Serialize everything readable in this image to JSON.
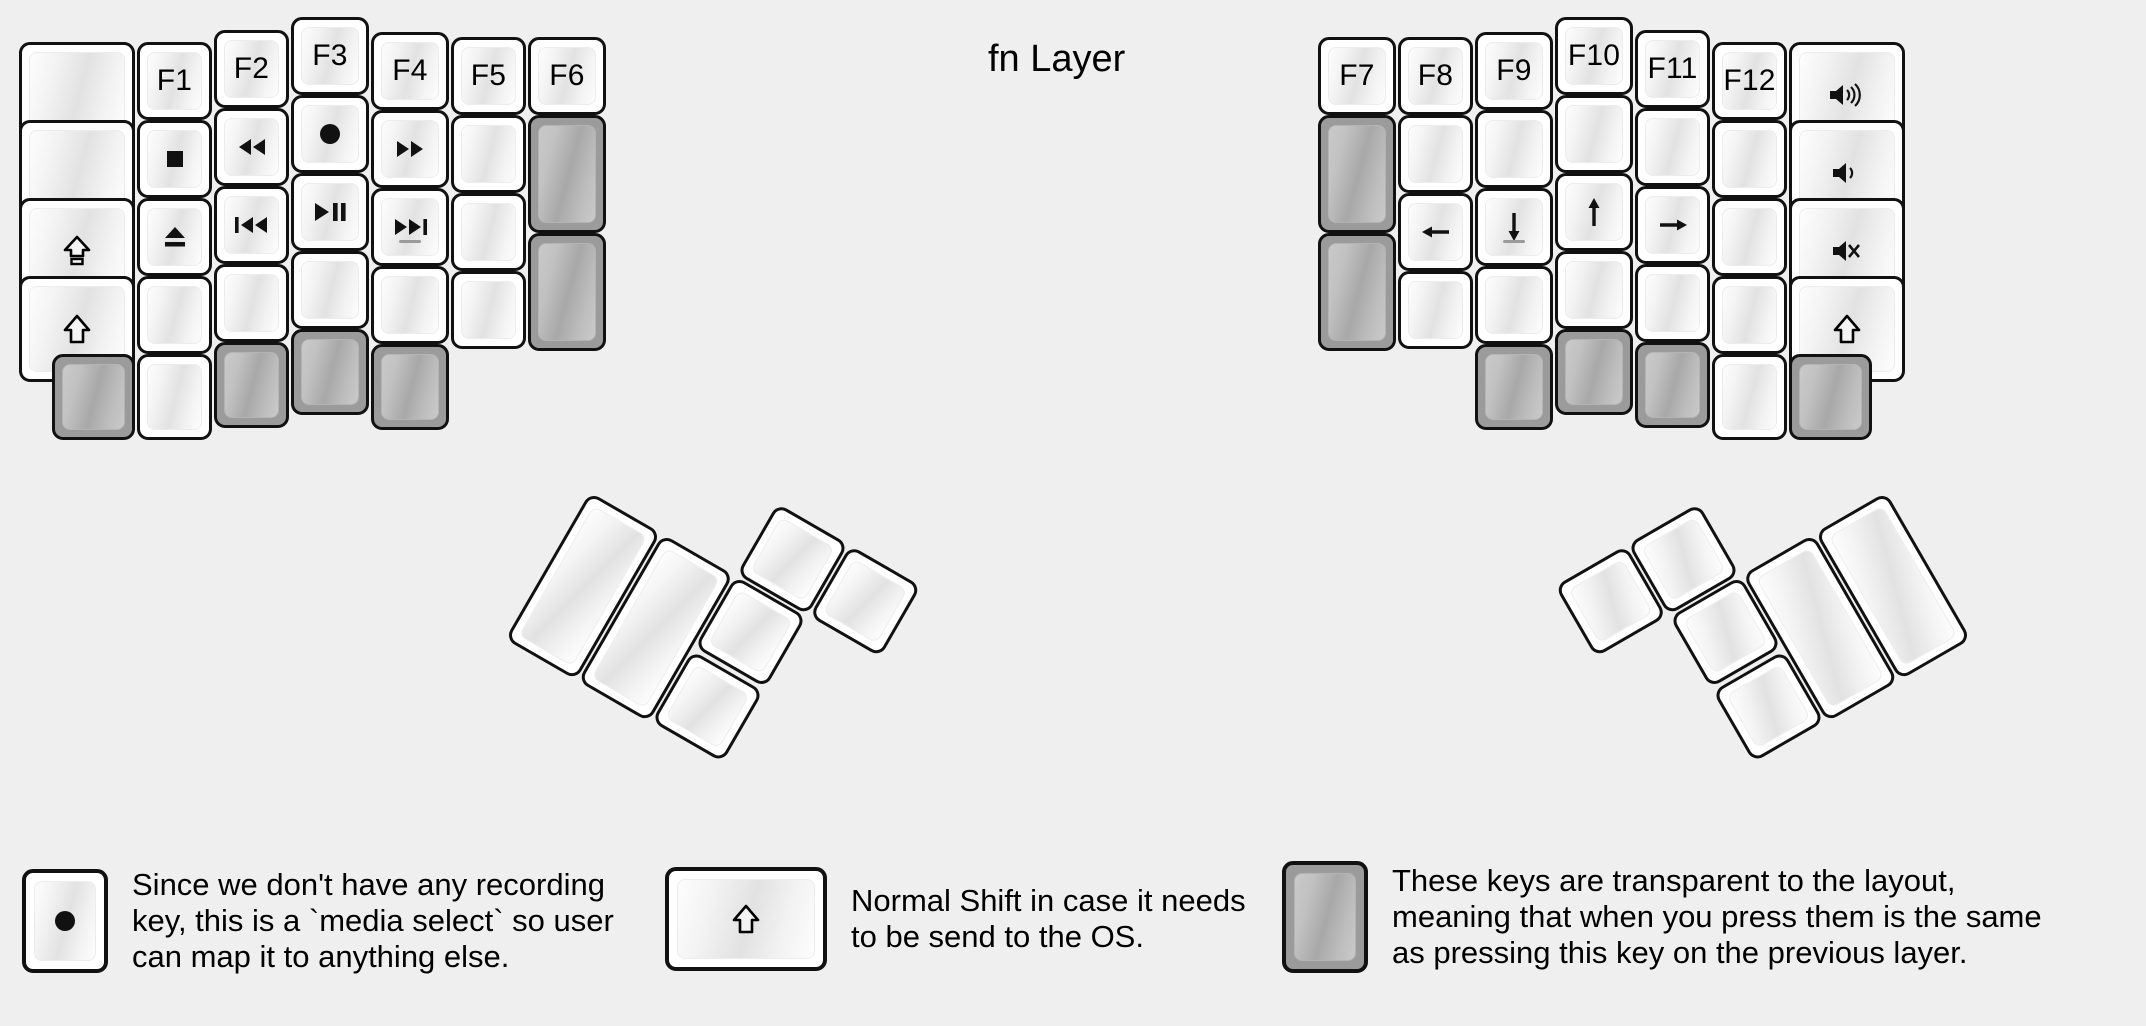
{
  "title": "fn Layer",
  "colors": {
    "background": "#efefef",
    "keycap_white": "#ffffff",
    "keycap_transparent": "#9b9b9b",
    "outline": "#111111",
    "text": "#000000"
  },
  "legend": [
    {
      "swatch_icon": "record-circle-icon",
      "swatch_style": "white",
      "text": "Since we don't have any recording\nkey, this is a `media select` so user\ncan map it to anything else."
    },
    {
      "swatch_icon": "shift-arrow-icon",
      "swatch_style": "white",
      "text": "Normal Shift in case it needs\nto be send to the OS."
    },
    {
      "swatch_icon": "none",
      "swatch_style": "transparent",
      "text": "These keys are transparent to the layout,\nmeaning that when you press them is the same\nas pressing this key on the previous layer."
    }
  ],
  "keyboard": {
    "half_left": {
      "columns": [
        {
          "name": "col-pinky-outer",
          "keys": [
            {
              "label": "",
              "icon": "none",
              "style": "white"
            },
            {
              "label": "",
              "icon": "none",
              "style": "white"
            },
            {
              "label": "",
              "icon": "caps-lock-icon",
              "style": "white"
            },
            {
              "label": "",
              "icon": "shift-arrow-icon",
              "style": "white"
            }
          ]
        },
        {
          "name": "col-pinky",
          "keys": [
            {
              "label": "F1",
              "icon": "none",
              "style": "white"
            },
            {
              "label": "",
              "icon": "media-stop-icon",
              "style": "white"
            },
            {
              "label": "",
              "icon": "media-eject-icon",
              "style": "white"
            },
            {
              "label": "",
              "icon": "none",
              "style": "white"
            },
            {
              "label": "",
              "icon": "none",
              "style": "white"
            }
          ]
        },
        {
          "name": "col-ring",
          "keys": [
            {
              "label": "F2",
              "icon": "none",
              "style": "white"
            },
            {
              "label": "",
              "icon": "media-rewind-icon",
              "style": "white"
            },
            {
              "label": "",
              "icon": "media-prev-track-icon",
              "style": "white"
            },
            {
              "label": "",
              "icon": "none",
              "style": "white"
            },
            {
              "label": "",
              "icon": "none",
              "style": "transparent"
            }
          ]
        },
        {
          "name": "col-middle",
          "keys": [
            {
              "label": "F3",
              "icon": "none",
              "style": "white"
            },
            {
              "label": "",
              "icon": "record-circle-icon",
              "style": "white"
            },
            {
              "label": "",
              "icon": "media-play-pause-icon",
              "style": "white"
            },
            {
              "label": "",
              "icon": "none",
              "style": "white"
            },
            {
              "label": "",
              "icon": "none",
              "style": "transparent"
            }
          ]
        },
        {
          "name": "col-index",
          "keys": [
            {
              "label": "F4",
              "icon": "none",
              "style": "white"
            },
            {
              "label": "",
              "icon": "media-fast-forward-icon",
              "style": "white"
            },
            {
              "label": "",
              "icon": "media-next-track-icon",
              "style": "white",
              "homing_bump": true
            },
            {
              "label": "",
              "icon": "none",
              "style": "white"
            },
            {
              "label": "",
              "icon": "none",
              "style": "transparent"
            }
          ]
        },
        {
          "name": "col-inner-1",
          "keys": [
            {
              "label": "F5",
              "icon": "none",
              "style": "white"
            },
            {
              "label": "",
              "icon": "none",
              "style": "white"
            },
            {
              "label": "",
              "icon": "none",
              "style": "white"
            },
            {
              "label": "",
              "icon": "none",
              "style": "white"
            }
          ]
        },
        {
          "name": "col-inner-2",
          "keys": [
            {
              "label": "F6",
              "icon": "none",
              "style": "white"
            },
            {
              "label": "",
              "icon": "none",
              "style": "transparent"
            },
            {
              "label": "",
              "icon": "none",
              "style": "transparent"
            }
          ]
        }
      ],
      "extra_keys": [
        {
          "name": "left-bottom-transparent",
          "label": "",
          "icon": "none",
          "style": "transparent"
        }
      ],
      "thumb_cluster": {
        "rotation_deg": 30,
        "keys": [
          {
            "name": "thumb-big-1",
            "label": "",
            "icon": "none",
            "style": "white",
            "size": "2u"
          },
          {
            "name": "thumb-big-2",
            "label": "",
            "icon": "none",
            "style": "white",
            "size": "2u"
          },
          {
            "name": "thumb-small-1",
            "label": "",
            "icon": "none",
            "style": "white",
            "size": "1u"
          },
          {
            "name": "thumb-small-2",
            "label": "",
            "icon": "none",
            "style": "white",
            "size": "1u"
          },
          {
            "name": "thumb-small-3",
            "label": "",
            "icon": "none",
            "style": "white",
            "size": "1u"
          },
          {
            "name": "thumb-small-4",
            "label": "",
            "icon": "none",
            "style": "white",
            "size": "1u"
          }
        ]
      }
    },
    "half_right": {
      "columns": [
        {
          "name": "col-inner-2",
          "keys": [
            {
              "label": "F7",
              "icon": "none",
              "style": "white"
            },
            {
              "label": "",
              "icon": "none",
              "style": "transparent"
            },
            {
              "label": "",
              "icon": "none",
              "style": "transparent"
            }
          ]
        },
        {
          "name": "col-inner-1",
          "keys": [
            {
              "label": "F8",
              "icon": "none",
              "style": "white"
            },
            {
              "label": "",
              "icon": "none",
              "style": "white"
            },
            {
              "label": "",
              "icon": "arrow-left-icon",
              "style": "white"
            },
            {
              "label": "",
              "icon": "none",
              "style": "white"
            }
          ]
        },
        {
          "name": "col-index",
          "keys": [
            {
              "label": "F9",
              "icon": "none",
              "style": "white"
            },
            {
              "label": "",
              "icon": "none",
              "style": "white"
            },
            {
              "label": "",
              "icon": "arrow-down-icon",
              "style": "white",
              "homing_bump": true
            },
            {
              "label": "",
              "icon": "none",
              "style": "white"
            },
            {
              "label": "",
              "icon": "none",
              "style": "transparent"
            }
          ]
        },
        {
          "name": "col-middle",
          "keys": [
            {
              "label": "F10",
              "icon": "none",
              "style": "white"
            },
            {
              "label": "",
              "icon": "none",
              "style": "white"
            },
            {
              "label": "",
              "icon": "arrow-up-icon",
              "style": "white"
            },
            {
              "label": "",
              "icon": "none",
              "style": "white"
            },
            {
              "label": "",
              "icon": "none",
              "style": "transparent"
            }
          ]
        },
        {
          "name": "col-ring",
          "keys": [
            {
              "label": "F11",
              "icon": "none",
              "style": "white"
            },
            {
              "label": "",
              "icon": "none",
              "style": "white"
            },
            {
              "label": "",
              "icon": "arrow-right-icon",
              "style": "white"
            },
            {
              "label": "",
              "icon": "none",
              "style": "white"
            },
            {
              "label": "",
              "icon": "none",
              "style": "transparent"
            }
          ]
        },
        {
          "name": "col-pinky",
          "keys": [
            {
              "label": "F12",
              "icon": "none",
              "style": "white"
            },
            {
              "label": "",
              "icon": "none",
              "style": "white"
            },
            {
              "label": "",
              "icon": "none",
              "style": "white"
            },
            {
              "label": "",
              "icon": "none",
              "style": "white"
            },
            {
              "label": "",
              "icon": "none",
              "style": "white"
            }
          ]
        },
        {
          "name": "col-pinky-outer",
          "keys": [
            {
              "label": "",
              "icon": "volume-up-icon",
              "style": "white"
            },
            {
              "label": "",
              "icon": "volume-down-icon",
              "style": "white"
            },
            {
              "label": "",
              "icon": "volume-mute-icon",
              "style": "white"
            },
            {
              "label": "",
              "icon": "shift-arrow-icon",
              "style": "white"
            },
            {
              "label": "",
              "icon": "none",
              "style": "transparent"
            }
          ]
        }
      ],
      "thumb_cluster": {
        "rotation_deg": -30,
        "keys": [
          {
            "name": "thumb-small-1",
            "label": "",
            "icon": "none",
            "style": "white",
            "size": "1u"
          },
          {
            "name": "thumb-small-2",
            "label": "",
            "icon": "none",
            "style": "white",
            "size": "1u"
          },
          {
            "name": "thumb-small-3",
            "label": "",
            "icon": "none",
            "style": "white",
            "size": "1u"
          },
          {
            "name": "thumb-small-4",
            "label": "",
            "icon": "none",
            "style": "white",
            "size": "1u"
          },
          {
            "name": "thumb-big-1",
            "label": "",
            "icon": "none",
            "style": "white",
            "size": "2u"
          },
          {
            "name": "thumb-big-2",
            "label": "",
            "icon": "none",
            "style": "white",
            "size": "2u"
          }
        ]
      }
    }
  }
}
